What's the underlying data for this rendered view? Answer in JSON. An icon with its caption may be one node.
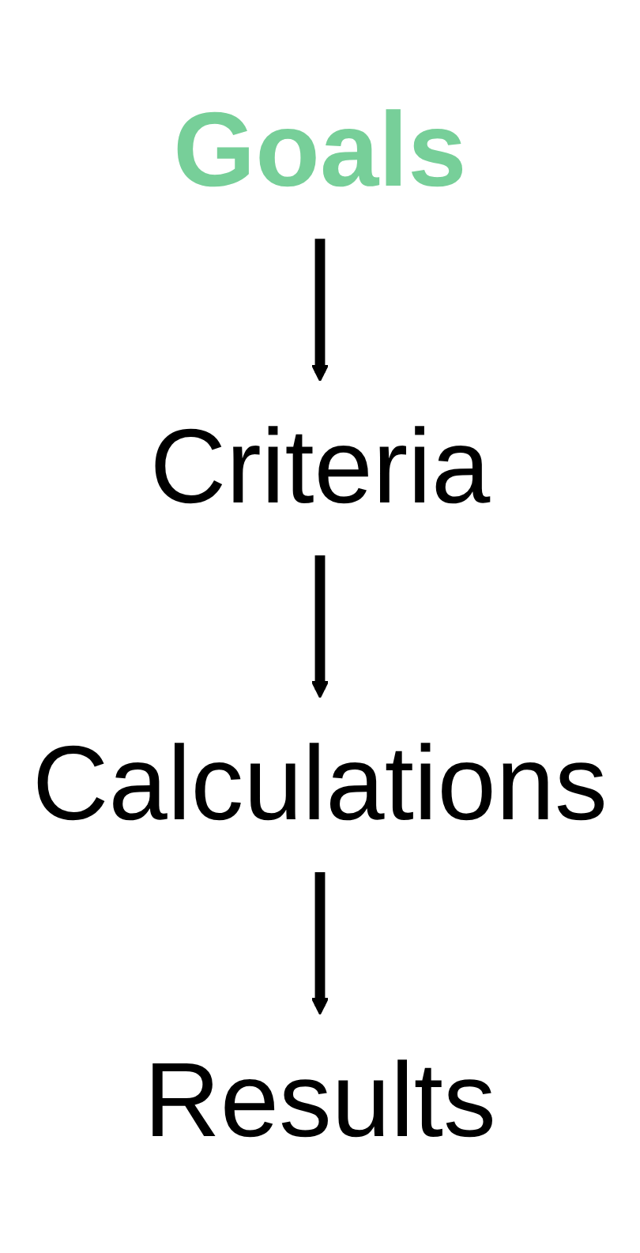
{
  "diagram": {
    "nodes": [
      {
        "text": [
          "Goals"
        ]
      },
      {
        "text": [
          "Criteria"
        ]
      },
      {
        "text": [
          "Calculations"
        ]
      },
      {
        "text": [
          "Results"
        ]
      }
    ],
    "edges": [
      {
        "from": 0,
        "to": 1,
        "arrow": "to"
      },
      {
        "from": 1,
        "to": 2,
        "arrow": "to"
      },
      {
        "from": 2,
        "to": 3,
        "arrow": "to"
      }
    ]
  }
}
